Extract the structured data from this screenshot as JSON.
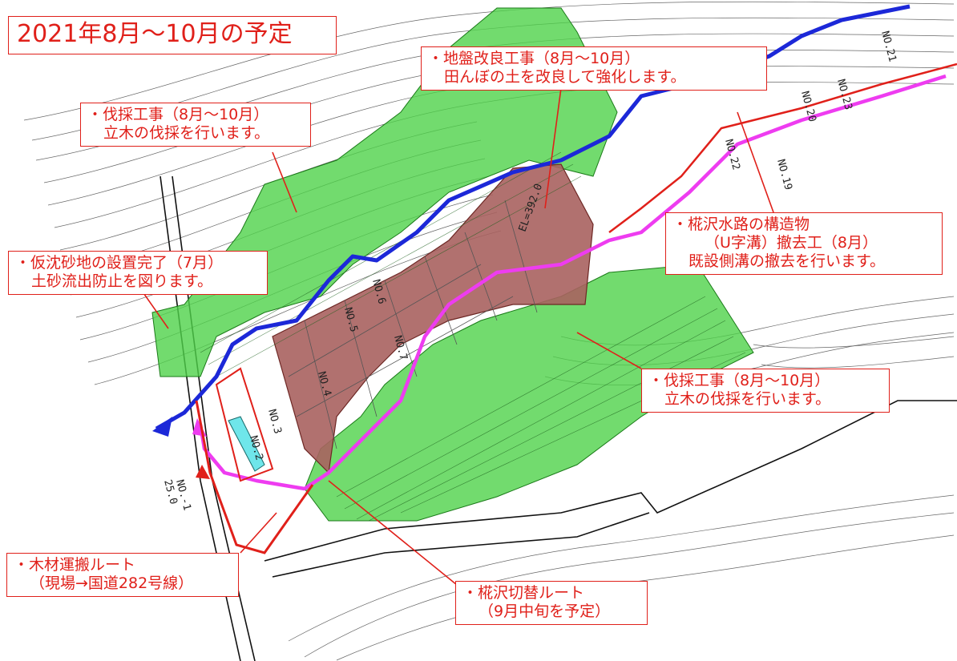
{
  "title": "2021年8月～10月の予定",
  "callouts": {
    "ground_improvement": {
      "line1": "・地盤改良工事（8月～10月）",
      "line2": "田んぼの土を改良して強化します。"
    },
    "felling_top": {
      "line1": "・伐採工事（8月～10月）",
      "line2": "立木の伐採を行います。"
    },
    "sediment_pond": {
      "line1": "・仮沈砂地の設置完了（7月）",
      "line2": "土砂流出防止を図ります。"
    },
    "waterway_removal": {
      "line1": "・椛沢水路の構造物",
      "line2": "（U字溝）撤去工（8月）",
      "line3": "既設側溝の撤去を行います。"
    },
    "felling_right": {
      "line1": "・伐採工事（8月～10月）",
      "line2": "立木の伐採を行います。"
    },
    "timber_route": {
      "line1": "・木材運搬ルート",
      "line2": "（現場→国道282号線）"
    },
    "switch_route": {
      "line1": "・椛沢切替ルート",
      "line2": "（9月中旬を予定）"
    }
  },
  "map_labels": {
    "el_label": "EL=392.0",
    "stations": [
      "NO.-1",
      "NO.2",
      "NO.3",
      "NO.4",
      "NO.5",
      "NO.6",
      "NO.7",
      "NO.20",
      "NO.21",
      "NO.22",
      "NO.23",
      "NO.19"
    ],
    "chainage": "25.0"
  },
  "colors": {
    "callout_red": "#e0201a",
    "felling_green": "#4fd24a",
    "embankment_brown": "#a8625f",
    "river_blue": "#1c28d8",
    "route_magenta": "#ee3cf0",
    "pond_cyan": "#6fe6ea"
  }
}
